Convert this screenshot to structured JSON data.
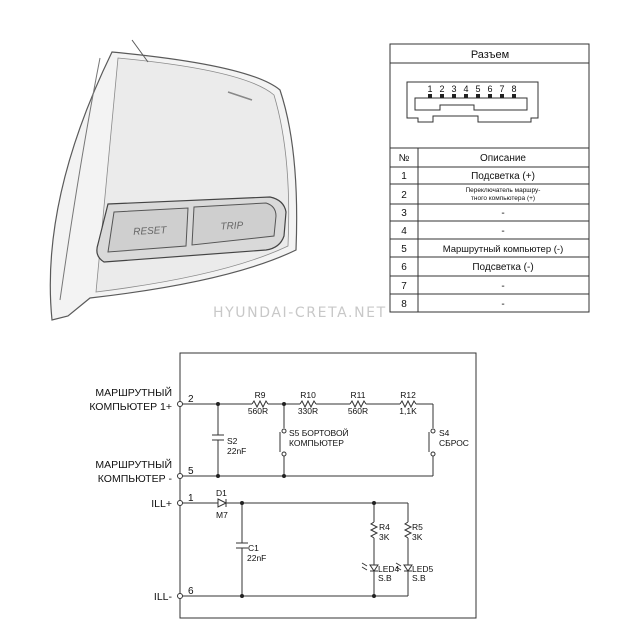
{
  "watermark": "HYUNDAI-CRETA.NET",
  "switch_photo": {
    "reset_label": "RESET",
    "trip_label": "TRIP"
  },
  "connector_table": {
    "title": "Разъем",
    "pins": [
      "1",
      "2",
      "3",
      "4",
      "5",
      "6",
      "7",
      "8"
    ],
    "header_no": "№",
    "header_desc": "Описание",
    "rows": [
      {
        "no": "1",
        "desc": "Подсветка (+)"
      },
      {
        "no": "2",
        "desc_line1": "Переключатель маршру-",
        "desc_line2": "тного компьютера (+)"
      },
      {
        "no": "3",
        "desc": "-"
      },
      {
        "no": "4",
        "desc": "-"
      },
      {
        "no": "5",
        "desc": "Маршрутный компьютер (-)"
      },
      {
        "no": "6",
        "desc": "Подсветка (-)"
      },
      {
        "no": "7",
        "desc": "-"
      },
      {
        "no": "8",
        "desc": "-"
      }
    ]
  },
  "schematic": {
    "terminals": {
      "t1_line1": "МАРШРУТНЫЙ",
      "t1_line2": "КОМПЬЮТЕР 1+",
      "t1_pin": "2",
      "t2_line1": "МАРШРУТНЫЙ",
      "t2_line2": "КОМПЬЮТЕР -",
      "t2_pin": "5",
      "ill_plus": "ILL+",
      "ill_plus_pin": "1",
      "ill_minus": "ILL-",
      "ill_minus_pin": "6"
    },
    "resistors": [
      {
        "name": "R9",
        "value": "560R"
      },
      {
        "name": "R10",
        "value": "330R"
      },
      {
        "name": "R11",
        "value": "560R"
      },
      {
        "name": "R12",
        "value": "1,1K"
      }
    ],
    "s2": {
      "name": "S2",
      "value": "22nF"
    },
    "s5": {
      "line1": "S5 БОРТОВОЙ",
      "line2": "КОМПЬЮТЕР"
    },
    "s4": {
      "line1": "S4",
      "line2": "СБРОС"
    },
    "d1": {
      "name": "D1",
      "value": "M7"
    },
    "c1": {
      "name": "C1",
      "value": "22nF"
    },
    "r4": {
      "name": "R4",
      "value": "3K"
    },
    "r5": {
      "name": "R5",
      "value": "3K"
    },
    "led4": {
      "name": "LED4",
      "value": "S.B"
    },
    "led5": {
      "name": "LED5",
      "value": "S.B"
    }
  }
}
